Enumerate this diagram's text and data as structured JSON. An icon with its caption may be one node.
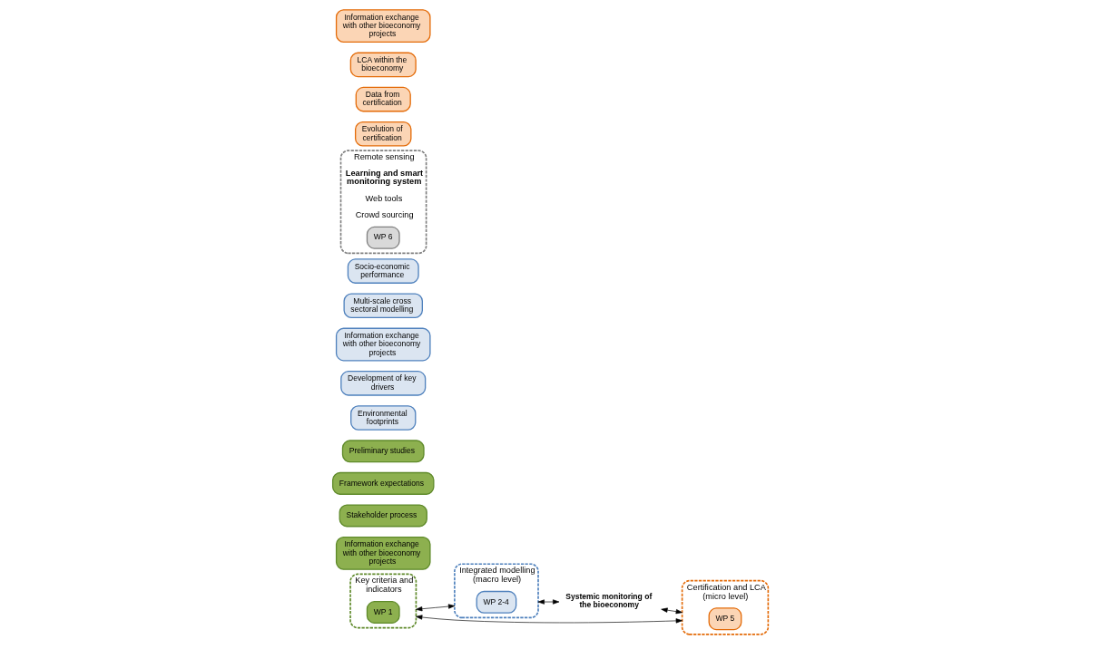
{
  "diagram": {
    "nodes": [
      {
        "text": [
          "Key criteria and indicators"
        ]
      },
      {
        "text": [
          "WP 1"
        ],
        "in": 0
      },
      {
        "text": [
          "Information exchange with other bioeconomy projects"
        ]
      },
      {
        "text": [
          "Stakeholder process"
        ]
      },
      {
        "text": [
          "Framework expectations"
        ]
      },
      {
        "text": [
          "Preliminary studies"
        ]
      },
      {
        "text": [
          "Integrated modelling (macro level)"
        ]
      },
      {
        "text": [
          "WP 2-4"
        ],
        "in": 6
      },
      {
        "text": [
          "Environmental footprints"
        ]
      },
      {
        "text": [
          "Development of key drivers"
        ]
      },
      {
        "text": [
          "Information exchange with other bioeconomy projects"
        ]
      },
      {
        "text": [
          "Multi-scale cross sectoral modelling"
        ]
      },
      {
        "text": [
          "Socio-economic performance"
        ]
      },
      {
        "text": [
          "Remote sensing",
          "Learning and smart monitoring system",
          "Web tools",
          "Crowd sourcing"
        ]
      },
      {
        "text": [
          "WP 6"
        ],
        "in": 13
      },
      {
        "text": [
          "Systemic monitoring of the bioeconomy"
        ]
      },
      {
        "text": [
          "Certification and LCA (micro level)"
        ]
      },
      {
        "text": [
          "WP 5"
        ],
        "in": 16
      },
      {
        "text": [
          "Evolution of certification"
        ]
      },
      {
        "text": [
          "Data from certification"
        ]
      },
      {
        "text": [
          "LCA within the bioeconomy"
        ]
      },
      {
        "text": [
          "Information exchange with other bioeconomy projects"
        ]
      }
    ],
    "edges": [
      {
        "from": 0,
        "to": 6,
        "arrow": "both"
      },
      {
        "from": 0,
        "to": 16,
        "arrow": "both"
      },
      {
        "from": 6,
        "to": 15,
        "arrow": "both"
      },
      {
        "from": 15,
        "to": 16,
        "arrow": "both"
      }
    ]
  }
}
